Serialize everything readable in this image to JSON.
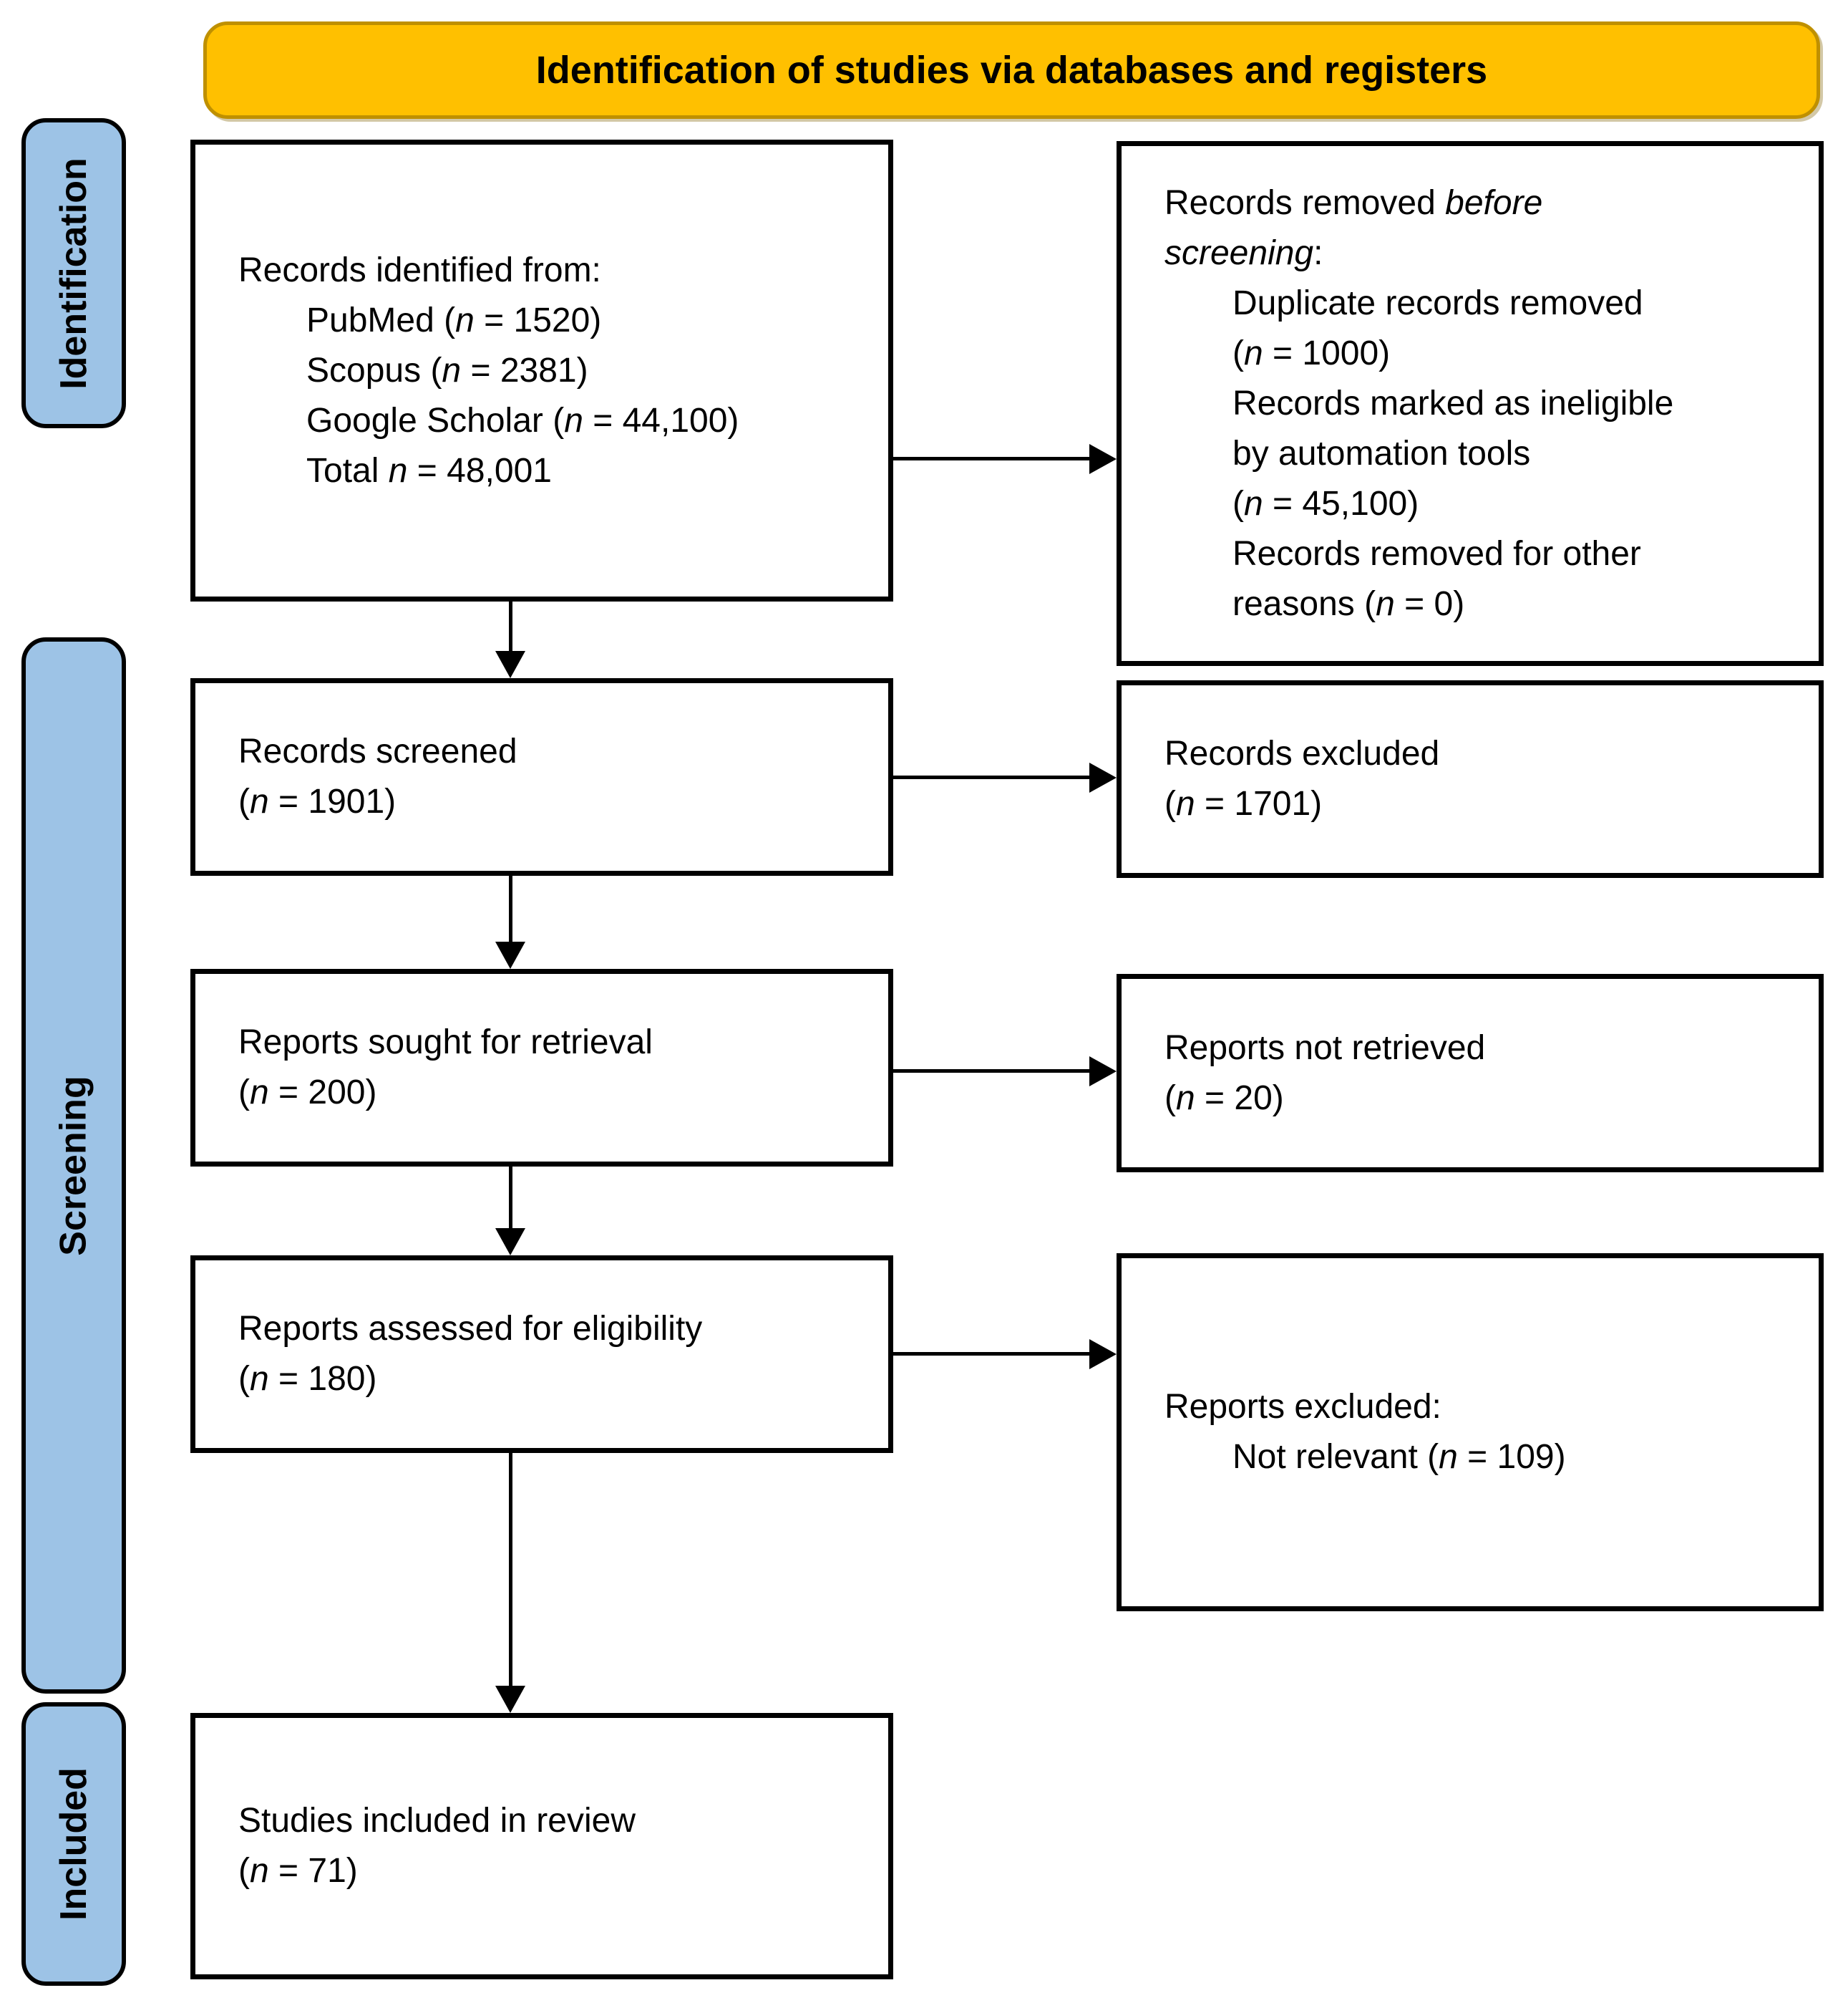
{
  "banner": {
    "title": "Identification of studies via databases and registers"
  },
  "stages": [
    {
      "label": "Identification"
    },
    {
      "label": "Screening"
    },
    {
      "label": "Included"
    }
  ],
  "boxes": {
    "records_identified": {
      "lines": [
        {
          "text": "Records identified from:",
          "indent": false
        },
        {
          "text": "PubMed (*n* = 1520)",
          "indent": true
        },
        {
          "text": "Scopus (*n* = 2381)",
          "indent": true
        },
        {
          "text": "Google Scholar (*n* = 44,100)",
          "indent": true
        },
        {
          "text": "Total *n* = 48,001",
          "indent": true
        }
      ]
    },
    "records_removed": {
      "lines": [
        {
          "text": "Records removed *before*",
          "indent": false
        },
        {
          "text": "*screening*:",
          "indent": false
        },
        {
          "text": "Duplicate records removed",
          "indent": true
        },
        {
          "text": "(*n* = 1000)",
          "indent": true
        },
        {
          "text": "Records marked as ineligible",
          "indent": true
        },
        {
          "text": "by automation tools",
          "indent": true
        },
        {
          "text": "(*n* = 45,100)",
          "indent": true
        },
        {
          "text": "Records removed for other",
          "indent": true
        },
        {
          "text": "reasons (*n* = 0)",
          "indent": true
        }
      ]
    },
    "records_screened": {
      "lines": [
        {
          "text": "Records screened",
          "indent": false
        },
        {
          "text": "(*n* = 1901)",
          "indent": false
        }
      ]
    },
    "records_excluded": {
      "lines": [
        {
          "text": "Records excluded",
          "indent": false
        },
        {
          "text": "(*n* = 1701)",
          "indent": false
        }
      ]
    },
    "reports_sought": {
      "lines": [
        {
          "text": "Reports sought for retrieval",
          "indent": false
        },
        {
          "text": "(*n* = 200)",
          "indent": false
        }
      ]
    },
    "reports_not_retrieved": {
      "lines": [
        {
          "text": "Reports not retrieved",
          "indent": false
        },
        {
          "text": "(*n* = 20)",
          "indent": false
        }
      ]
    },
    "reports_assessed": {
      "lines": [
        {
          "text": "Reports assessed for eligibility",
          "indent": false
        },
        {
          "text": "(*n* = 180)",
          "indent": false
        }
      ]
    },
    "reports_excluded": {
      "lines": [
        {
          "text": "Reports excluded:",
          "indent": false
        },
        {
          "text": "Not relevant (*n* = 109)",
          "indent": true
        }
      ]
    },
    "studies_included": {
      "lines": [
        {
          "text": "Studies included in review",
          "indent": false
        },
        {
          "text": "(*n* = 71)",
          "indent": false
        }
      ]
    }
  },
  "colors": {
    "banner_bg": "#FFC000",
    "banner_border": "#BF9000",
    "stage_bg": "#9DC3E6"
  }
}
